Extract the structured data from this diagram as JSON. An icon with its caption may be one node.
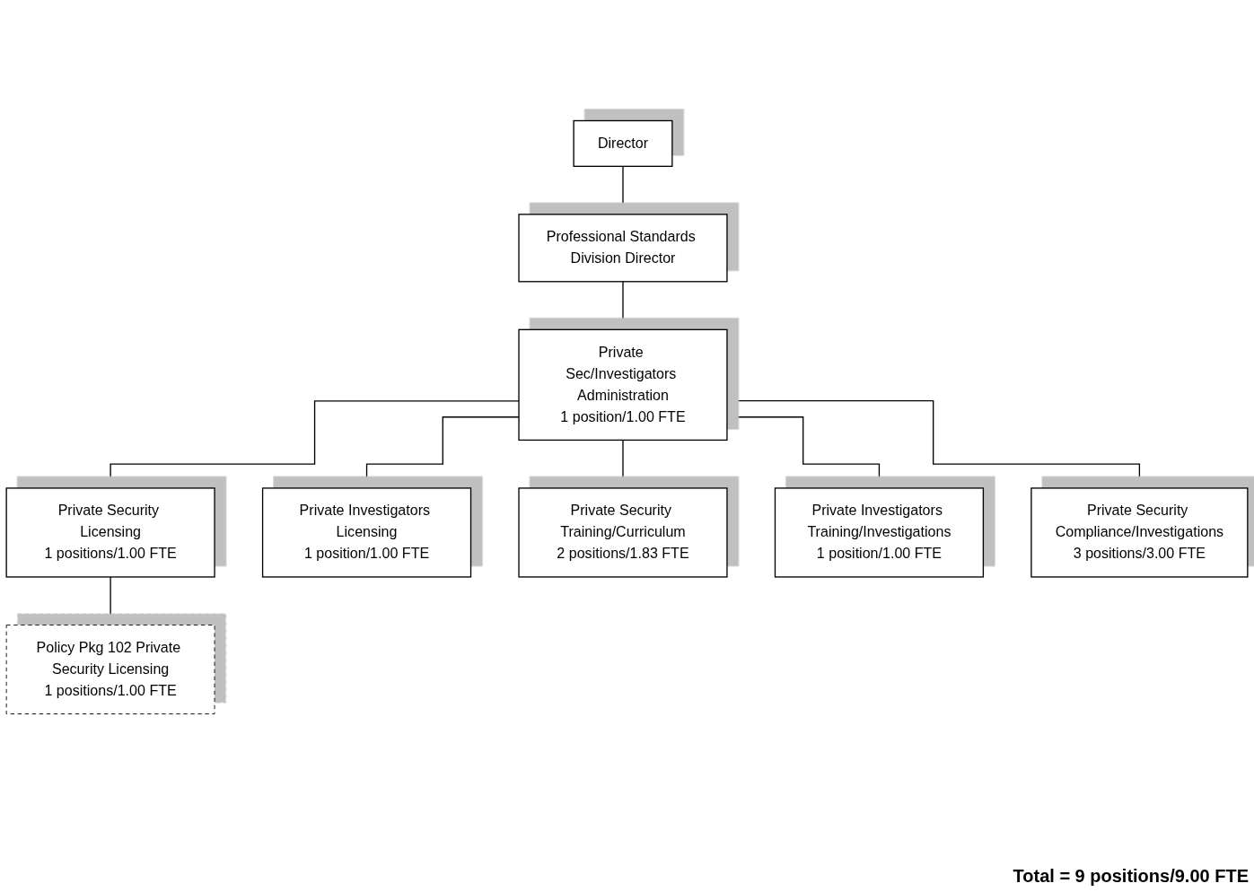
{
  "diagram": {
    "nodes": [
      {
        "text": [
          "Director"
        ]
      },
      {
        "text": [
          "Professional Standards Division Director"
        ]
      },
      {
        "text": [
          "Private Sec/Investigators Administration",
          "1 position/1.00 FTE"
        ]
      },
      {
        "text": [
          "Policy Pkg 102 Private Security Licensing",
          "1 positions/1.00 FTE"
        ]
      },
      {
        "text": [
          "Private Security Licensing",
          "1 positions/1.00 FTE"
        ]
      },
      {
        "text": [
          "Private Investigators Licensing",
          "1 position/1.00 FTE"
        ]
      },
      {
        "text": [
          "Private Security Training/Curriculum",
          "2 positions/1.83 FTE"
        ]
      },
      {
        "text": [
          "Private Investigators Training/Investigations",
          "1 position/1.00 FTE"
        ]
      },
      {
        "text": [
          "Private Security Compliance/Investigations",
          "3 positions/3.00 FTE"
        ]
      }
    ],
    "edges": [
      {
        "from": 0,
        "to": 1,
        "arrow": "none"
      },
      {
        "from": 1,
        "to": 2,
        "arrow": "none"
      },
      {
        "from": 2,
        "to": 4,
        "arrow": "none"
      },
      {
        "from": 2,
        "to": 5,
        "arrow": "none"
      },
      {
        "from": 2,
        "to": 6,
        "arrow": "none"
      },
      {
        "from": 2,
        "to": 7,
        "arrow": "none"
      },
      {
        "from": 2,
        "to": 8,
        "arrow": "none"
      },
      {
        "from": 4,
        "to": 3,
        "arrow": "none"
      }
    ],
    "labels": [
      "Total = 9 positions/9.00 FTE"
    ]
  }
}
